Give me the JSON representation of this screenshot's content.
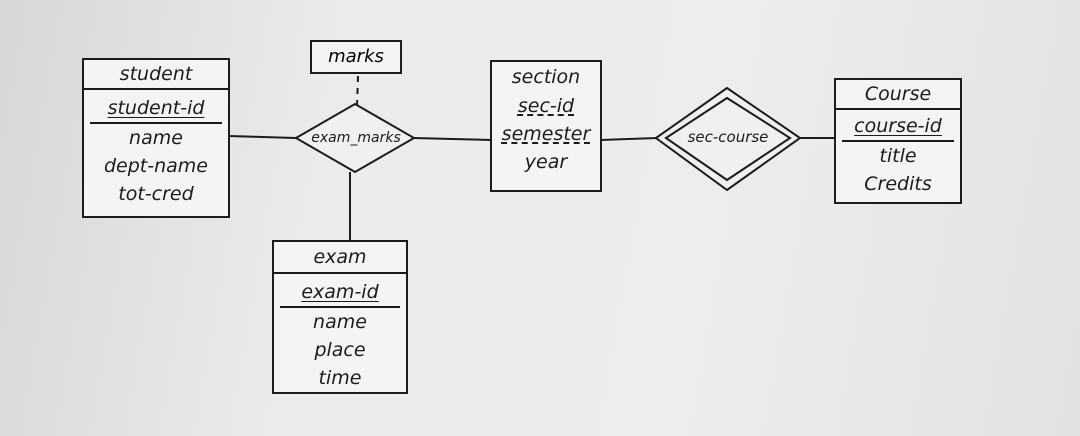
{
  "entities": {
    "student": {
      "name": "student",
      "key": "student-id",
      "attrs": [
        "name",
        "dept-name",
        "tot-cred"
      ]
    },
    "exam": {
      "name": "exam",
      "key": "exam-id",
      "attrs": [
        "name",
        "place",
        "time"
      ]
    },
    "section": {
      "name": "section",
      "partial_keys": [
        "sec-id",
        "semester"
      ],
      "attrs": [
        "year"
      ]
    },
    "course": {
      "name": "Course",
      "key": "course-id",
      "attrs": [
        "title",
        "Credits"
      ]
    }
  },
  "relationships": {
    "exam_marks": {
      "label": "exam_marks"
    },
    "sec_course": {
      "label": "sec-course"
    }
  },
  "relationship_attributes": {
    "marks": "marks"
  }
}
